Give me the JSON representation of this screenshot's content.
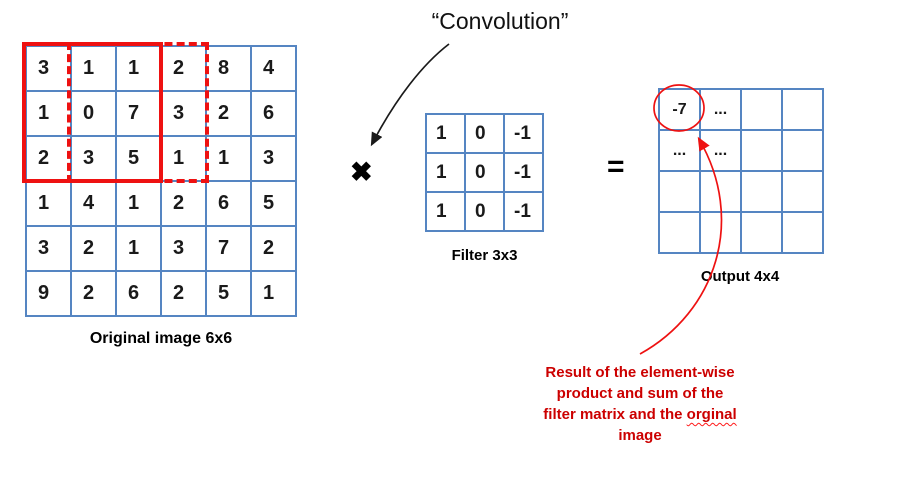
{
  "title": "“Convolution”",
  "operators": {
    "multiply": "✖",
    "equals": "="
  },
  "original_grid": {
    "label": "Original image 6x6",
    "rows": [
      [
        3,
        1,
        1,
        2,
        8,
        4
      ],
      [
        1,
        0,
        7,
        3,
        2,
        6
      ],
      [
        2,
        3,
        5,
        1,
        1,
        3
      ],
      [
        1,
        4,
        1,
        2,
        6,
        5
      ],
      [
        3,
        2,
        1,
        3,
        7,
        2
      ],
      [
        9,
        2,
        6,
        2,
        5,
        1
      ]
    ]
  },
  "filter_grid": {
    "label": "Filter 3x3",
    "rows": [
      [
        1,
        0,
        -1
      ],
      [
        1,
        0,
        -1
      ],
      [
        1,
        0,
        -1
      ]
    ]
  },
  "output_grid": {
    "label": "Output 4x4",
    "rows": [
      [
        "-7",
        "...",
        "",
        ""
      ],
      [
        "...",
        "...",
        "",
        ""
      ],
      [
        "",
        "",
        "",
        ""
      ],
      [
        "",
        "",
        "",
        ""
      ]
    ]
  },
  "annotation": {
    "line1": "Result of the element-wise",
    "line2": "product and sum of the",
    "line3_prefix": "filter matrix and the ",
    "line3_misspelled": "orginal",
    "line4": "image"
  },
  "colors": {
    "grid_line": "#5585c2",
    "highlight_red": "#ee1111",
    "annotation_red": "#cc0000"
  }
}
